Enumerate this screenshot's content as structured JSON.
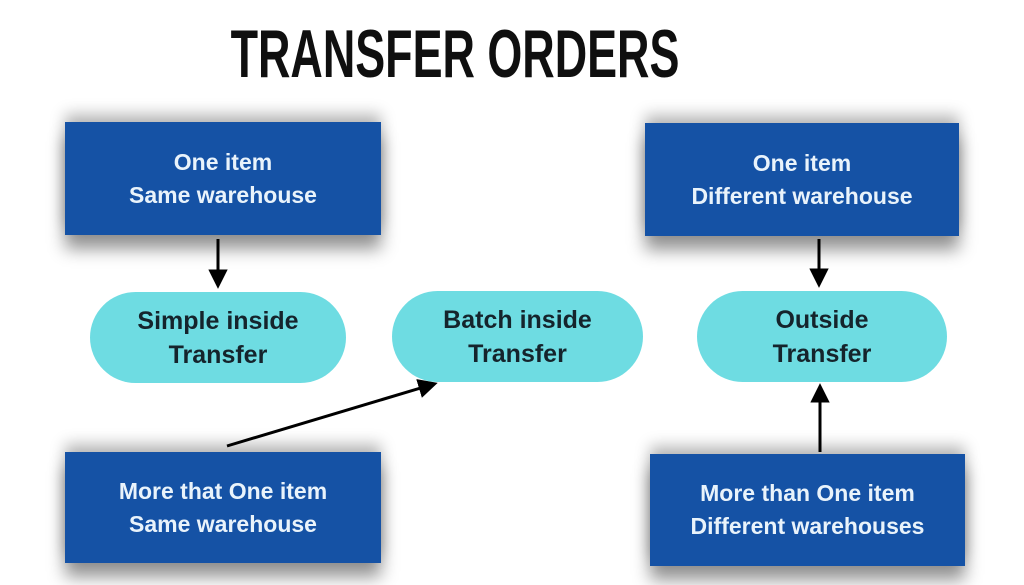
{
  "title": "TRANSFER ORDERS",
  "colors": {
    "background": "#ffffff",
    "title_text": "#0f0f0f",
    "box_fill": "#1552a5",
    "box_text": "#e9f3fb",
    "pill_fill": "#6edce2",
    "pill_text": "#15242c",
    "arrow": "#000000"
  },
  "nodes": {
    "top_left": {
      "lines": [
        "One item",
        "Same warehouse"
      ]
    },
    "top_right": {
      "lines": [
        "One item",
        "Different warehouse"
      ]
    },
    "bottom_left": {
      "lines": [
        "More that One item",
        "Same warehouse"
      ]
    },
    "bottom_right": {
      "lines": [
        "More than One item",
        "Different warehouses"
      ]
    },
    "pill_simple": {
      "lines": [
        "Simple inside",
        "Transfer"
      ]
    },
    "pill_batch": {
      "lines": [
        "Batch inside",
        "Transfer"
      ]
    },
    "pill_outside": {
      "lines": [
        "Outside",
        "Transfer"
      ]
    }
  },
  "edges": [
    {
      "from": "One item / Same warehouse",
      "to": "Simple inside Transfer"
    },
    {
      "from": "More that One item / Same warehouse",
      "to": "Batch inside Transfer"
    },
    {
      "from": "One item / Different warehouse",
      "to": "Outside Transfer"
    },
    {
      "from": "More than One item / Different warehouses",
      "to": "Outside Transfer"
    }
  ]
}
